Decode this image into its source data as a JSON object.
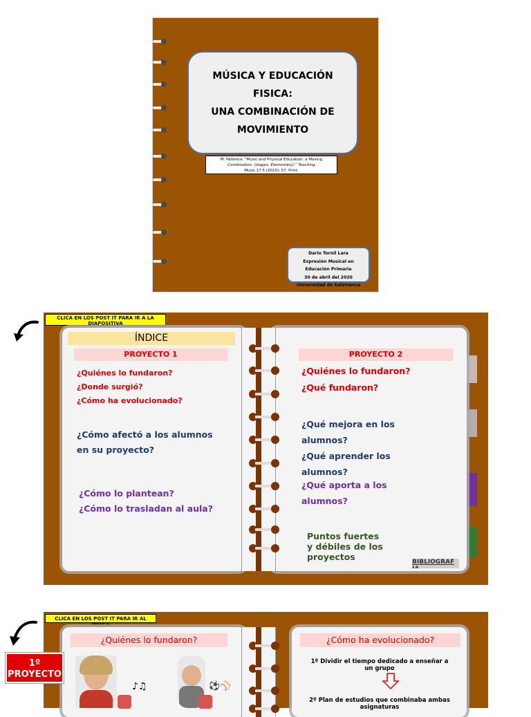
{
  "slide1": {
    "title_lines": [
      "MÚSICA Y EDUCACIÓN",
      "FISICA:",
      "UNA COMBINACIÓN DE",
      "MOVIMIENTO"
    ],
    "citation_lines": [
      "M. Patience. \"Music and Physical Education: a Moving",
      "Combination. (stages: Elementary).\" Teaching",
      "Music 17.5 (2010): 57. Print."
    ],
    "author_lines": [
      "Dario Tornil Lara",
      "Expresión Musical en",
      "Educación Primaria",
      "30 de abril del 2020",
      "Universidad de Salamanca"
    ]
  },
  "slide2": {
    "note": "CLICA EN LOS POST IT PARA IR A LA DIAPOSITIVA",
    "index_title": "ÍNDICE",
    "left": {
      "header": "PROYECTO 1",
      "red_items": [
        "¿Quiénes lo fundaron?",
        "¿Donde surgió?",
        "¿Cómo ha evolucionado?"
      ],
      "navy_items": [
        "¿Cómo afectó a los alumnos",
        "en su proyecto?"
      ],
      "purple_items": [
        "¿Cómo lo plantean?",
        "¿Cómo lo trasladan al aula?"
      ]
    },
    "right": {
      "header": "PROYECTO 2",
      "red_items": [
        "¿Quiénes lo fundaron?",
        "¿Qué fundaron?"
      ],
      "navy_items": [
        "¿Qué mejora en los",
        "alumnos?",
        "¿Qué aprender los",
        "alumnos?"
      ],
      "purple_items": [
        "¿Qué aporta a los",
        "alumnos?"
      ],
      "green_items": [
        "Puntos fuertes",
        "y débiles de los",
        "proyectos"
      ],
      "biblio_link": "BIBLIOGRAF IA"
    }
  },
  "slide3": {
    "note": "CLICA EN LOS POST IT PARA IR AL INDICE",
    "proyecto_tab": "1º PROYECTO",
    "left_header": "¿Quiénes lo fundaron?",
    "right_header": "¿Cómo ha evolucionado?",
    "step1": "1º Dividir el tiempo dedicado a enseñar a un grupo",
    "step2": "2º Plan de estudios que combinaba ambas asignaturas"
  },
  "colors": {
    "board_brown": "#9a5404",
    "ring_brown": "#7a3304",
    "header_pink": "#fcd5d5",
    "red_text": "#e00000",
    "navy_text": "#1f3a6e",
    "purple_text": "#7030a0",
    "green_text": "#375623",
    "note_yellow": "#ffff00"
  },
  "icons": [
    "arrow-curved-icon",
    "music-notes-icon",
    "sports-balls-icon",
    "down-arrow-icon"
  ]
}
